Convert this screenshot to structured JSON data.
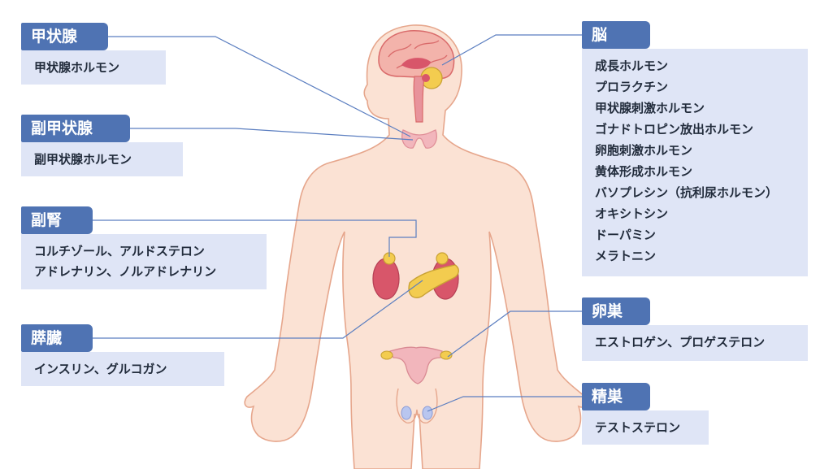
{
  "colors": {
    "tag_bg": "#4f73b3",
    "box_bg": "#dfe5f6",
    "line": "#5b7ec0",
    "skin": "#fbe2d4",
    "skin_outline": "#e6a68c",
    "organ_red": "#d8566a",
    "organ_yellow": "#f3cc4f",
    "thyroid": "#f2b6bc"
  },
  "organs": {
    "thyroid": {
      "title": "甲状腺",
      "hormones": [
        "甲状腺ホルモン"
      ]
    },
    "parathyroid": {
      "title": "副甲状腺",
      "hormones": [
        "副甲状腺ホルモン"
      ]
    },
    "adrenal": {
      "title": "副腎",
      "hormones": [
        "コルチゾール、アルドステロン",
        "アドレナリン、ノルアドレナリン"
      ]
    },
    "pancreas": {
      "title": "膵臓",
      "hormones": [
        "インスリン、グルコガン"
      ]
    },
    "brain": {
      "title": "脳",
      "hormones": [
        "成長ホルモン",
        "プロラクチン",
        "甲状腺刺激ホルモン",
        "ゴナドトロピン放出ホルモン",
        "卵胞刺激ホルモン",
        "黄体形成ホルモン",
        "バソプレシン（抗利尿ホルモン）",
        "オキシトシン",
        "ドーパミン",
        "メラトニン"
      ]
    },
    "ovary": {
      "title": "卵巣",
      "hormones": [
        "エストロゲン、プロゲステロン"
      ]
    },
    "testis": {
      "title": "精巣",
      "hormones": [
        "テストステロン"
      ]
    }
  }
}
